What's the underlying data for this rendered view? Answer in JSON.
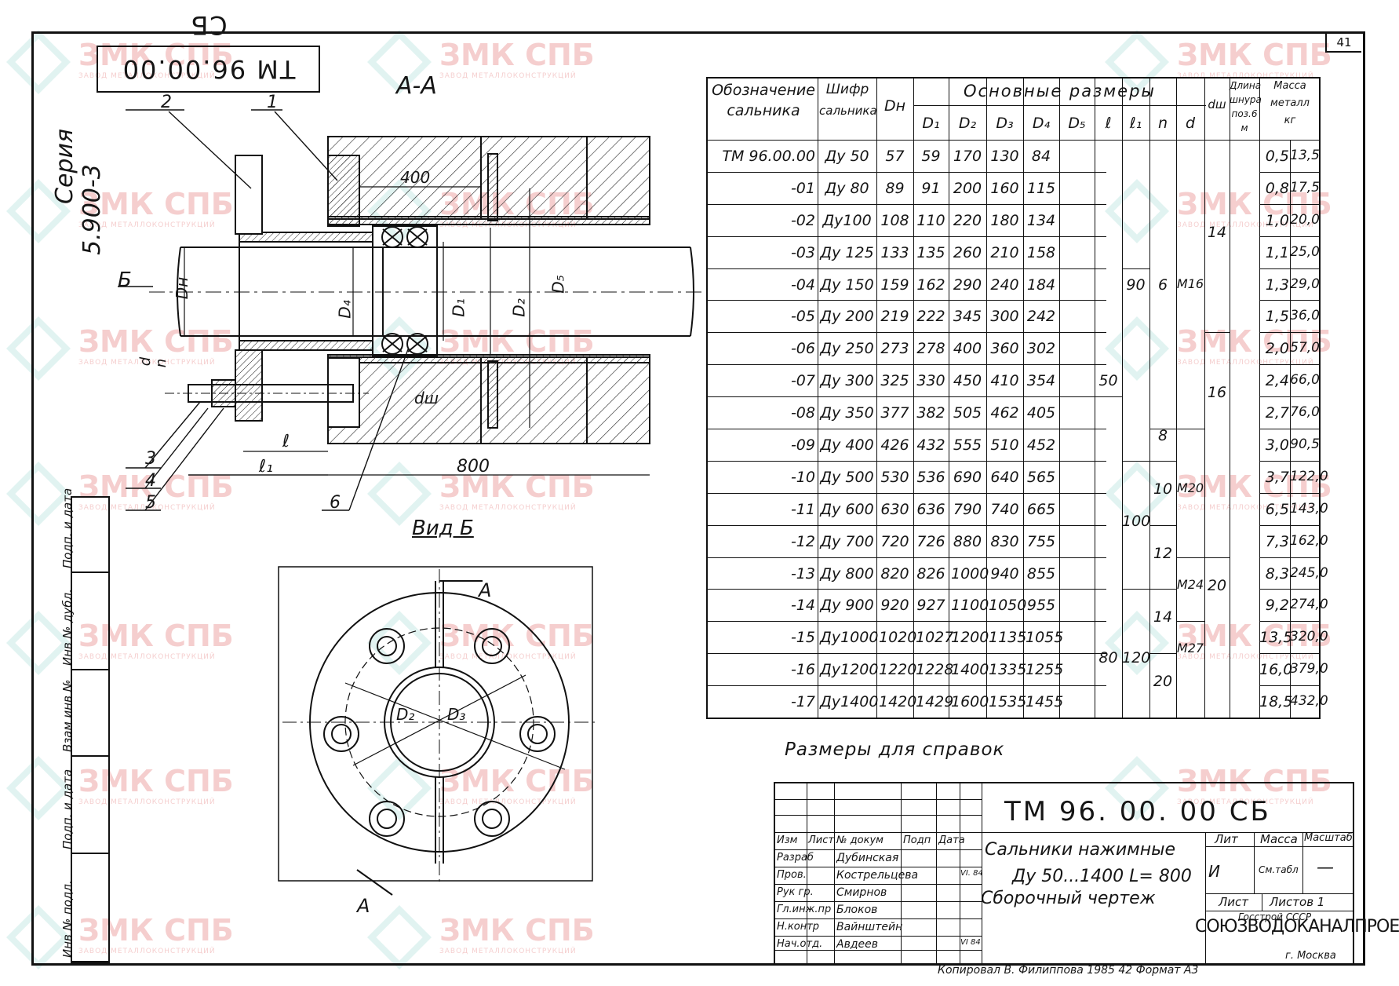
{
  "page_number": "41",
  "drawing_code": "ТМ 96. 00. 00 СБ",
  "drawing_code_rotated": "ТМ 96.00.00 СБ",
  "series": {
    "label": "Серия",
    "number": "5.900-3"
  },
  "section_label": "А-А",
  "view_label": "Вид Б",
  "view_arrow_b": "Б",
  "cut_marks": {
    "a": "А"
  },
  "dimension_labels": {
    "l": "ℓ",
    "l1": "ℓ₁",
    "length_800": "800",
    "len_400": "400",
    "dn": "Dн",
    "d4": "D₄",
    "d1": "D₁",
    "d2": "D₂",
    "d3": "D₃",
    "d5": "D₅",
    "dsh": "dш",
    "d_over_n": "d",
    "n": "n"
  },
  "part_callouts": [
    "1",
    "2",
    "3",
    "4",
    "5",
    "6"
  ],
  "table": {
    "headers": {
      "designation": [
        "Обозначение",
        "сальника"
      ],
      "cipher": [
        "Шифр",
        "сальника"
      ],
      "dn": "Dн",
      "main_sizes": "Основные размеры",
      "d1": "D₁",
      "d2": "D₂",
      "d3": "D₃",
      "d4": "D₄",
      "d5": "D₅",
      "l": "ℓ",
      "l1": "ℓ₁",
      "n": "n",
      "d": "d",
      "dsh": "dш",
      "cord_length": [
        "Длина",
        "шнура",
        "поз.6",
        "м"
      ],
      "metal_mass": [
        "Масса",
        "металл",
        "кг"
      ]
    },
    "rows": [
      {
        "id": "ТМ 96.00.00",
        "cipher": "Ду 50",
        "dn": "57",
        "d1": "59",
        "d2": "170",
        "d3": "130",
        "d4": "84",
        "cord": "0,5",
        "mass": "13,5"
      },
      {
        "id": "-01",
        "cipher": "Ду 80",
        "dn": "89",
        "d1": "91",
        "d2": "200",
        "d3": "160",
        "d4": "115",
        "cord": "0,8",
        "mass": "17,5"
      },
      {
        "id": "-02",
        "cipher": "Ду100",
        "dn": "108",
        "d1": "110",
        "d2": "220",
        "d3": "180",
        "d4": "134",
        "cord": "1,0",
        "mass": "20,0"
      },
      {
        "id": "-03",
        "cipher": "Ду 125",
        "dn": "133",
        "d1": "135",
        "d2": "260",
        "d3": "210",
        "d4": "158",
        "cord": "1,1",
        "mass": "25,0"
      },
      {
        "id": "-04",
        "cipher": "Ду 150",
        "dn": "159",
        "d1": "162",
        "d2": "290",
        "d3": "240",
        "d4": "184",
        "cord": "1,3",
        "mass": "29,0"
      },
      {
        "id": "-05",
        "cipher": "Ду 200",
        "dn": "219",
        "d1": "222",
        "d2": "345",
        "d3": "300",
        "d4": "242",
        "cord": "1,5",
        "mass": "36,0"
      },
      {
        "id": "-06",
        "cipher": "Ду 250",
        "dn": "273",
        "d1": "278",
        "d2": "400",
        "d3": "360",
        "d4": "302",
        "cord": "2,0",
        "mass": "57,0"
      },
      {
        "id": "-07",
        "cipher": "Ду 300",
        "dn": "325",
        "d1": "330",
        "d2": "450",
        "d3": "410",
        "d4": "354",
        "cord": "2,4",
        "mass": "66,0"
      },
      {
        "id": "-08",
        "cipher": "Ду 350",
        "dn": "377",
        "d1": "382",
        "d2": "505",
        "d3": "462",
        "d4": "405",
        "cord": "2,7",
        "mass": "76,0"
      },
      {
        "id": "-09",
        "cipher": "Ду 400",
        "dn": "426",
        "d1": "432",
        "d2": "555",
        "d3": "510",
        "d4": "452",
        "cord": "3,0",
        "mass": "90,5"
      },
      {
        "id": "-10",
        "cipher": "Ду 500",
        "dn": "530",
        "d1": "536",
        "d2": "690",
        "d3": "640",
        "d4": "565",
        "cord": "3,7",
        "mass": "122,0"
      },
      {
        "id": "-11",
        "cipher": "Ду 600",
        "dn": "630",
        "d1": "636",
        "d2": "790",
        "d3": "740",
        "d4": "665",
        "cord": "6,5",
        "mass": "143,0"
      },
      {
        "id": "-12",
        "cipher": "Ду 700",
        "dn": "720",
        "d1": "726",
        "d2": "880",
        "d3": "830",
        "d4": "755",
        "cord": "7,3",
        "mass": "162,0"
      },
      {
        "id": "-13",
        "cipher": "Ду 800",
        "dn": "820",
        "d1": "826",
        "d2": "1000",
        "d3": "940",
        "d4": "855",
        "cord": "8,3",
        "mass": "245,0"
      },
      {
        "id": "-14",
        "cipher": "Ду 900",
        "dn": "920",
        "d1": "927",
        "d2": "1100",
        "d3": "1050",
        "d4": "955",
        "cord": "9,2",
        "mass": "274,0"
      },
      {
        "id": "-15",
        "cipher": "Ду1000",
        "dn": "1020",
        "d1": "1027",
        "d2": "1200",
        "d3": "1135",
        "d4": "1055",
        "cord": "13,5",
        "mass": "320,0"
      },
      {
        "id": "-16",
        "cipher": "Ду1200",
        "dn": "1220",
        "d1": "1228",
        "d2": "1400",
        "d3": "1335",
        "d4": "1255",
        "cord": "16,0",
        "mass": "379,0"
      },
      {
        "id": "-17",
        "cipher": "Ду1400",
        "dn": "1420",
        "d1": "1429",
        "d2": "1600",
        "d3": "1535",
        "d4": "1455",
        "cord": "18,5",
        "mass": "432,0"
      }
    ],
    "merged": {
      "l_50": "50",
      "l_80": "80",
      "l1_90": "90",
      "l1_100": "100",
      "l1_120": "120",
      "n_6": "6",
      "n_8": "8",
      "n_10": "10",
      "n_12": "12",
      "n_14": "14",
      "n_20": "20",
      "d_m16": "М16",
      "d_m20": "М20",
      "d_m24": "М24",
      "d_m27": "М27",
      "dsh_14": "14",
      "dsh_16": "16",
      "dsh_20": "20"
    }
  },
  "reference_note": "Размеры для справок",
  "title_block": {
    "code": "ТМ 96. 00. 00 СБ",
    "name_line1": "Сальники нажимные",
    "name_line2": "Ду 50...1400  L= 800",
    "name_line3": "Сборочный чертеж",
    "col_headers": [
      "Изм",
      "Лист",
      "№ докум",
      "Подп",
      "Дата"
    ],
    "people": [
      {
        "role": "Разраб",
        "name": "Дубинская",
        "date": ""
      },
      {
        "role": "Пров.",
        "name": "Кострельцева",
        "date": "VI. 84"
      },
      {
        "role": "Рук гр.",
        "name": "Смирнов",
        "date": ""
      },
      {
        "role": "Гл.инж.пр",
        "name": "Блоков",
        "date": ""
      },
      {
        "role": "Н.контр",
        "name": "Вайнштейн",
        "date": ""
      },
      {
        "role": "Нач.отд.",
        "name": "Авдеев",
        "date": "VI 84"
      }
    ],
    "lit_label": "Лит",
    "lit_value": "И",
    "mass_label": "Масса",
    "mass_value": "См.табл",
    "scale_label": "Масштаб",
    "scale_value": "—",
    "sheet_label": "Лист",
    "sheets_label": "Листов 1",
    "org_top": "Госстрой СССР",
    "org": "СОЮЗВОДОКАНАЛПРОЕКТ",
    "city": "г. Москва"
  },
  "footer": "Копировал   В. Филиппова  1985  42  Формат А3",
  "side_stamp": [
    "Инв № подл.",
    "Подп. и дата",
    "Взам инв №",
    "Инв № дубл.",
    "Подп. и дата"
  ],
  "watermark": {
    "brand": "ЗМК СПБ",
    "sub": "ЗАВОД МЕТАЛЛОКОНСТРУКЦИЙ",
    "color": "#dc5050"
  }
}
